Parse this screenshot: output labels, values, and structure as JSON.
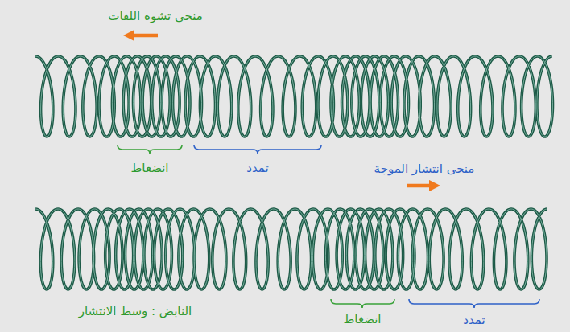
{
  "diagram": {
    "labels": [
      "منحى تشوه اللفات",
      "انضغاط",
      "تمدد",
      "منحى انتشار الموجة",
      "النابض : وسط الانتشار",
      "انضغاط",
      "تمدد"
    ]
  }
}
